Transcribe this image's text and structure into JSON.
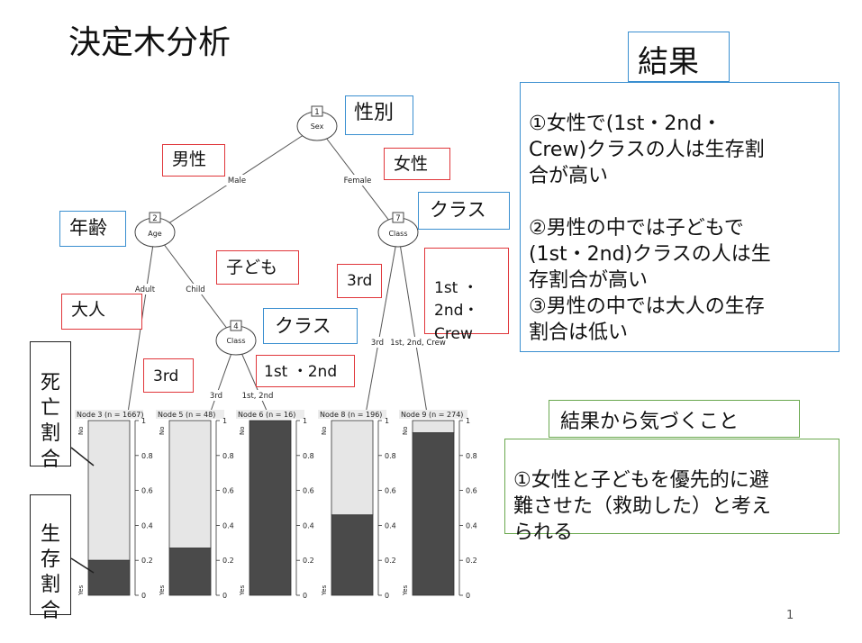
{
  "title": "決定木分析",
  "page_number": "1",
  "labels": {
    "sex": "性別",
    "male": "男性",
    "female": "女性",
    "age": "年齢",
    "child": "子ども",
    "adult": "大人",
    "class_child": "クラス",
    "class_female": "クラス",
    "third_child": "3rd",
    "first_second": "1st ・2nd",
    "third_female": "3rd",
    "first_second_crew": "1st ・\n2nd・\nCrew",
    "death_ratio": "死\n亡\n割\n合",
    "survival_ratio": "生\n存\n割\n合"
  },
  "result_panel": {
    "heading": "結果",
    "text": "①女性で(1st・2nd・\nCrew)クラスの人は生存割\n合が高い\n\n②男性の中では子どもで\n(1st・2nd)クラスの人は生\n存割合が高い\n③男性の中では大人の生存\n割合は低い"
  },
  "insight_panel": {
    "heading": "結果から気づくこと",
    "text": "①女性と子どもを優先的に避\n難させた（救助した）と考え\nられる"
  },
  "tree": {
    "nodes": {
      "n1": {
        "id": "1",
        "label": "Sex"
      },
      "n2": {
        "id": "2",
        "label": "Age"
      },
      "n4": {
        "id": "4",
        "label": "Class"
      },
      "n7": {
        "id": "7",
        "label": "Class"
      }
    },
    "edges": {
      "male": "Male",
      "female": "Female",
      "adult": "Adult",
      "child": "Child",
      "third_a": "3rd",
      "first_second": "1st, 2nd",
      "third_b": "3rd",
      "first_second_crew": "1st, 2nd, Crew"
    }
  },
  "chart_data": {
    "type": "bar",
    "ylim": [
      0,
      1
    ],
    "yticks": [
      "0",
      "0.2",
      "0.4",
      "0.6",
      "0.8",
      "1"
    ],
    "axis_labels": {
      "top": "No",
      "bottom": "Yes"
    },
    "categories": [
      "Node 3 (n = 1667)",
      "Node 5 (n = 48)",
      "Node 6 (n = 16)",
      "Node 8 (n = 196)",
      "Node 9 (n = 274)"
    ],
    "series": [
      {
        "name": "Yes",
        "values": [
          0.2,
          0.27,
          1.0,
          0.46,
          0.93
        ]
      },
      {
        "name": "No",
        "values": [
          0.8,
          0.73,
          0.0,
          0.54,
          0.07
        ]
      }
    ],
    "colors": {
      "yes": "#4a4a4a",
      "no": "#e6e6e6"
    }
  }
}
